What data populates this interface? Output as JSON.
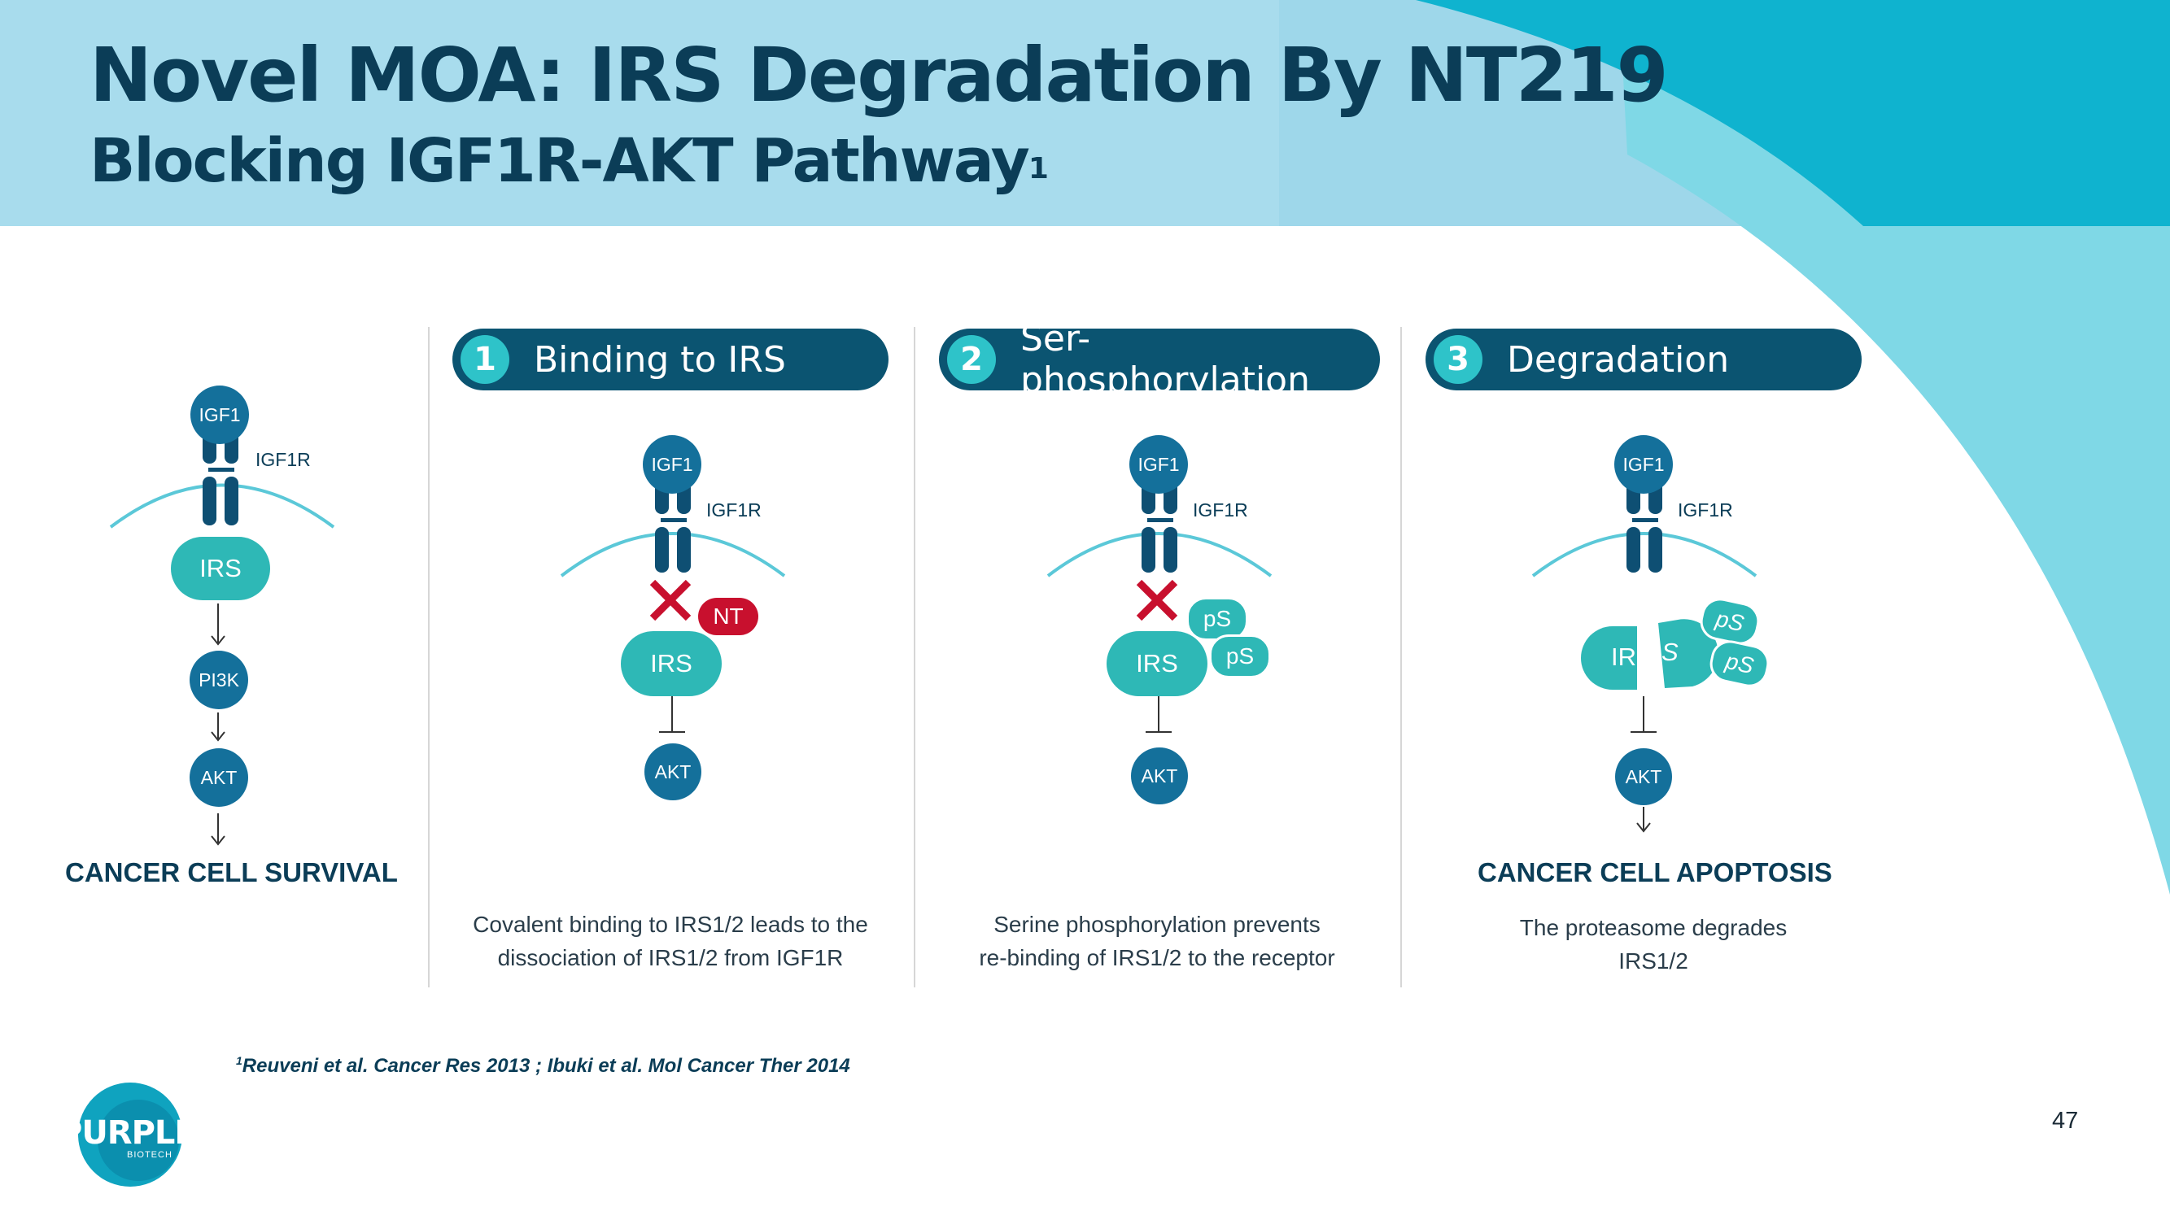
{
  "header": {
    "title": "Novel MOA: IRS Degradation By NT219",
    "subtitle": "Blocking IGF1R-AKT Pathway",
    "subtitle_sup": "1"
  },
  "colors": {
    "header_light": "#a8dced",
    "accent_cyan": "#0fb3cf",
    "dark_navy": "#0b5471",
    "node_blue": "#14709b",
    "receptor_navy": "#0e4f73",
    "teal": "#2eb8b6",
    "red": "#c8102e"
  },
  "left_panel": {
    "igf1": "IGF1",
    "igf1r": "IGF1R",
    "irs": "IRS",
    "pi3k": "PI3K",
    "akt": "AKT",
    "outcome": "CANCER CELL SURVIVAL"
  },
  "steps": [
    {
      "number": "1",
      "label": "Binding to IRS",
      "igf1": "IGF1",
      "igf1r": "IGF1R",
      "nt": "NT",
      "irs": "IRS",
      "akt": "AKT",
      "caption_line1": "Covalent binding to IRS1/2 leads to the",
      "caption_line2": "dissociation of IRS1/2 from IGF1R"
    },
    {
      "number": "2",
      "label": "Ser-phosphorylation",
      "igf1": "IGF1",
      "igf1r": "IGF1R",
      "ps1": "pS",
      "ps2": "pS",
      "irs": "IRS",
      "akt": "AKT",
      "caption_line1": "Serine phosphorylation prevents",
      "caption_line2": "re-binding of IRS1/2 to the receptor"
    },
    {
      "number": "3",
      "label": "Degradation",
      "igf1": "IGF1",
      "igf1r": "IGF1R",
      "irs_fragment": "IR",
      "s_fragment": "S",
      "ps1": "pS",
      "ps2": "pS",
      "akt": "AKT",
      "outcome": "CANCER CELL APOPTOSIS",
      "caption_line1": "The proteasome degrades",
      "caption_line2": "IRS1/2"
    }
  ],
  "footnote": {
    "sup": "1",
    "text": "Reuveni et al. Cancer Res 2013 ; Ibuki et al. Mol Cancer Ther 2014"
  },
  "page_number": "47",
  "logo": {
    "name": "PURPLE",
    "sub": "BIOTECH"
  }
}
